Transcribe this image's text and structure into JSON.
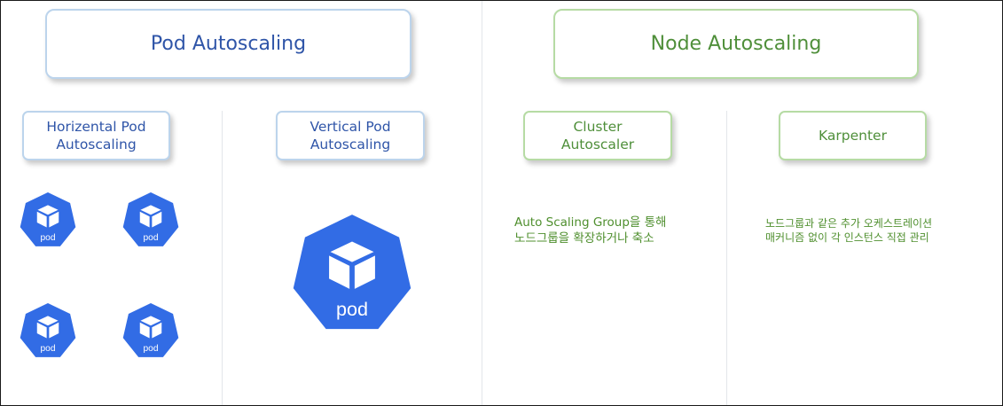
{
  "colors": {
    "pod_blue": "#326ce5",
    "pod_text": "#ffffff",
    "pod_section": "#2f55a8",
    "node_section": "#4f8f3a",
    "note_text": "#4f8f2e"
  },
  "pod_section": {
    "title": "Pod Autoscaling",
    "hpa": {
      "label": "Horizental Pod\nAutoscaling"
    },
    "vpa": {
      "label": "Vertical Pod\nAutoscaling"
    },
    "pods": [
      {
        "label": "pod",
        "icon": "kubernetes-pod-icon"
      },
      {
        "label": "pod",
        "icon": "kubernetes-pod-icon"
      },
      {
        "label": "pod",
        "icon": "kubernetes-pod-icon"
      },
      {
        "label": "pod",
        "icon": "kubernetes-pod-icon"
      },
      {
        "label": "pod",
        "icon": "kubernetes-pod-icon"
      }
    ]
  },
  "node_section": {
    "title": "Node Autoscaling",
    "cluster_autoscaler": {
      "label": "Cluster\nAutoscaler",
      "description": "Auto Scaling Group을 통해\n노드그룹을 확장하거나 축소"
    },
    "karpenter": {
      "label": "Karpenter",
      "description": "노드그룹과 같은 추가 오케스트레이션\n매커니즘 없이 각 인스턴스 직접 관리"
    }
  }
}
